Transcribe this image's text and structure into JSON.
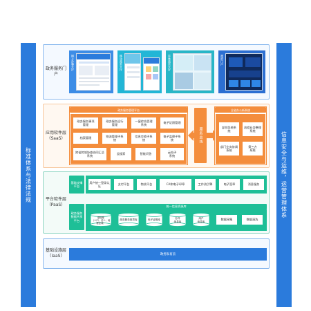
{
  "sides": {
    "left": "标准体系与法律法规",
    "right": "信息安全与运维，运营管理体系"
  },
  "layers": {
    "portal": {
      "label": "政务服务门户"
    },
    "app": {
      "label": "应用软件层\n（SaaS）"
    },
    "platform": {
      "label": "平台软件层\n（PaaS）"
    },
    "infra": {
      "label": "基础设施层\n（IaaS）"
    }
  },
  "portal": {
    "cards": [
      {
        "label": "网上办事大厅",
        "bg": "#3d8de6"
      },
      {
        "label": "移动政务大厅",
        "bg": "#22b6d6"
      },
      {
        "label": "实体政务大厅",
        "bg": "#28b6c7"
      },
      {
        "label": "政府门户",
        "bg": "#2c6fd2"
      }
    ]
  },
  "app": {
    "gov_mgmt_title": "政务服务管理平台",
    "gov_items": [
      "政务服务事项\n管理",
      "政务服务运行\n管理",
      "一窗综合受理\n系统",
      "电子证照管理",
      "档案管理",
      "物流管理子系\n统",
      "信息交换子系\n统",
      "电子监察子系\n统",
      "跨省跨域协查协同汇总\n系统",
      "云搜索",
      "智能问答",
      "云档子\n系统"
    ],
    "hub": "服务总线",
    "office_title": "全省办公新系统",
    "office_items": [
      "部领导统系\n统",
      "流程业务整理\n系统",
      "部门业务协调\n系统",
      "第三方\n系统"
    ]
  },
  "platform": {
    "row1_title": "基础支撑平台",
    "row1_items": [
      "用户统一登录认证",
      "支付平台",
      "物流平台",
      "CA和电子印章",
      "工作流引擎",
      "电子签章",
      "消息服务"
    ],
    "row2_title": "政务服务数据共享平台",
    "db_title": "统一信息资源库",
    "db_items": [
      "基础库\n（人口、法人、地理空间）",
      "政务服务事项库",
      "电子证照库",
      "办件\n信息库",
      "用户\n信息库"
    ],
    "row2_extra": [
      "数据采集",
      "数据清洗"
    ]
  },
  "infra": {
    "item": "政务私有云"
  },
  "colors": {
    "blue": "#2b7bdc",
    "orange": "#f48d3c",
    "green": "#1ebf97"
  }
}
